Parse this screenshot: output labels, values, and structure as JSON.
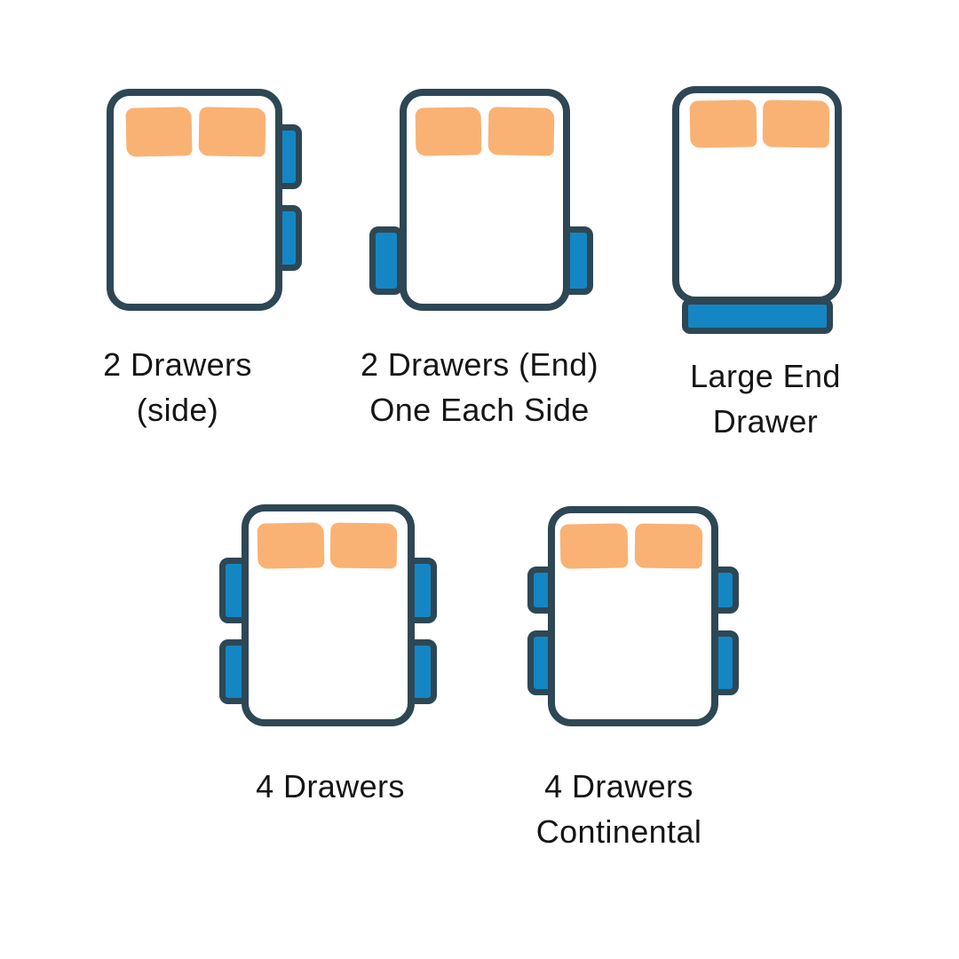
{
  "colors": {
    "outline": "#2E4754",
    "drawer": "#1486C4",
    "pillow": "#F9B273",
    "bed": "#FFFFFF",
    "bg": "#FFFFFF",
    "text": "#151515"
  },
  "figures": [
    {
      "id": "2-drawers-side",
      "label": "2 Drawers\n(side)",
      "depicts": "double bed top view with 2 pillows and 2 drawers on the right side"
    },
    {
      "id": "2-drawers-end-one-each-side",
      "label": "2 Drawers (End)\nOne Each Side",
      "depicts": "double bed top view with 2 pillows and 1 drawer at the foot end of each side"
    },
    {
      "id": "large-end-drawer",
      "label": "Large End\nDrawer",
      "depicts": "double bed top view with 2 pillows and one large drawer across the foot end"
    },
    {
      "id": "4-drawers",
      "label": "4 Drawers",
      "depicts": "double bed top view with 2 pillows and 2 equal drawers on each side"
    },
    {
      "id": "4-drawers-continental",
      "label": "4 Drawers\nContinental",
      "depicts": "double bed top view with 2 pillows, a shorter top drawer and a longer bottom drawer on each side"
    }
  ]
}
